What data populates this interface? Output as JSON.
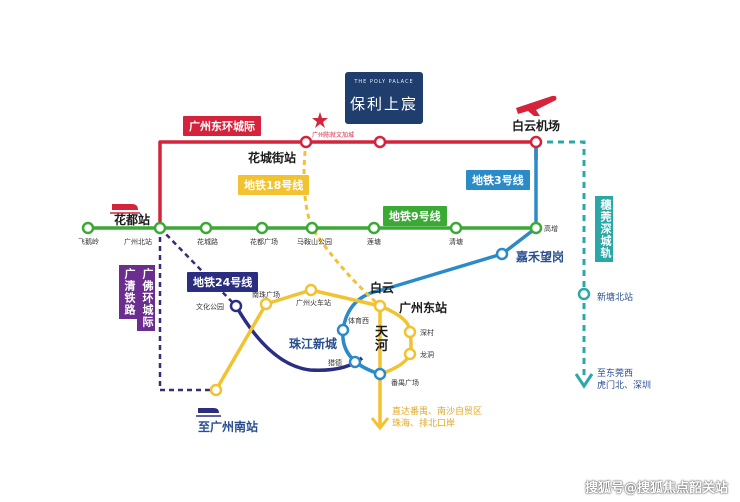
{
  "logo": {
    "english": "THE POLY PALACE",
    "chinese": "保利上宸"
  },
  "project_label": "广州陈就文加城",
  "lines": {
    "ring_railway": {
      "name": "广州东环城际",
      "color": "#d6233c"
    },
    "metro18": {
      "name": "地铁18号线",
      "color": "#f2c230"
    },
    "metro9": {
      "name": "地铁9号线",
      "color": "#3aaa35"
    },
    "metro3": {
      "name": "地铁3号线",
      "color": "#2b8bc8"
    },
    "metro24": {
      "name": "地铁24号线",
      "color": "#2b2e80"
    },
    "guangqing": {
      "name": "广清铁路",
      "color": "#6b2d8e"
    },
    "guangfo": {
      "name": "广佛环城际",
      "color": "#6b2d8e"
    },
    "suiguan": {
      "name": "穗莞深城轨",
      "color": "#2aa8a8"
    }
  },
  "stations": {
    "huadu": "花都站",
    "huachengjie": "花城街站",
    "baiyun_airport": "白云机场",
    "jiahewanggang": "嘉禾望岗",
    "baiyun": "白云",
    "guangzhou_east": "广州东站",
    "zhujiang_new_town": "珠江新城",
    "tianhe": "天河",
    "guangzhou_south": "至广州南站",
    "xintang_north": "新塘北站",
    "feieling": "飞鹅岭",
    "guangzhou_north": "广州北站",
    "huacheng_road": "花城路",
    "huadu_square": "花都广场",
    "malingshan_park": "马鞍山公园",
    "liantang": "莲塘",
    "qingtang": "清塘",
    "gaozeng": "高增",
    "wenhua_park": "文化公园",
    "nanpu_square": "南珠广场",
    "guangzhou_huochezhan": "广州火车站",
    "tiyuxi": "体育西",
    "shencun": "深村",
    "longdong": "龙洞",
    "liedi": "猎德",
    "panyu_square": "番禺广场"
  },
  "destinations": {
    "to_dongguan": [
      "至东莞西",
      "虎门北、深圳"
    ],
    "direct_panyu": [
      "直达番禺、南沙自贸区",
      "珠海、排北口岸"
    ]
  },
  "watermark": "搜狐号@搜狐焦点韶关站"
}
